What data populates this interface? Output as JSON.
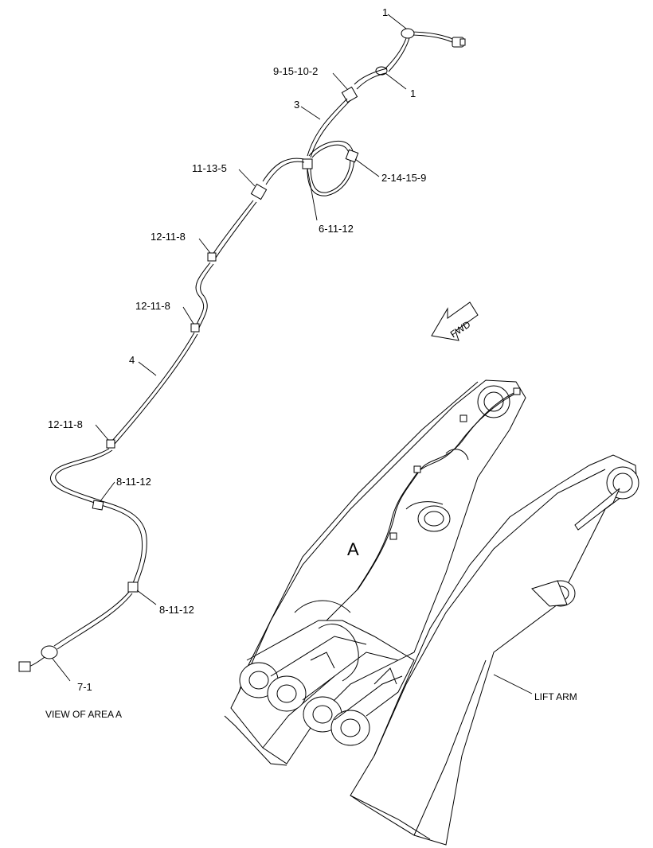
{
  "callouts": {
    "c1_top": "1",
    "c1_right": "1",
    "c9_15_10_2": "9-15-10-2",
    "c3": "3",
    "c11_13_5": "11-13-5",
    "c2_14_15_9": "2-14-15-9",
    "c6_11_12": "6-11-12",
    "c12_11_8_a": "12-11-8",
    "c12_11_8_b": "12-11-8",
    "c4": "4",
    "c12_11_8_c": "12-11-8",
    "c8_11_12_a": "8-11-12",
    "c8_11_12_b": "8-11-12",
    "c7_1": "7-1"
  },
  "caption": "VIEW OF AREA A",
  "area_label": "A",
  "forward_label": "FWD",
  "lift_arm_label": "LIFT ARM"
}
